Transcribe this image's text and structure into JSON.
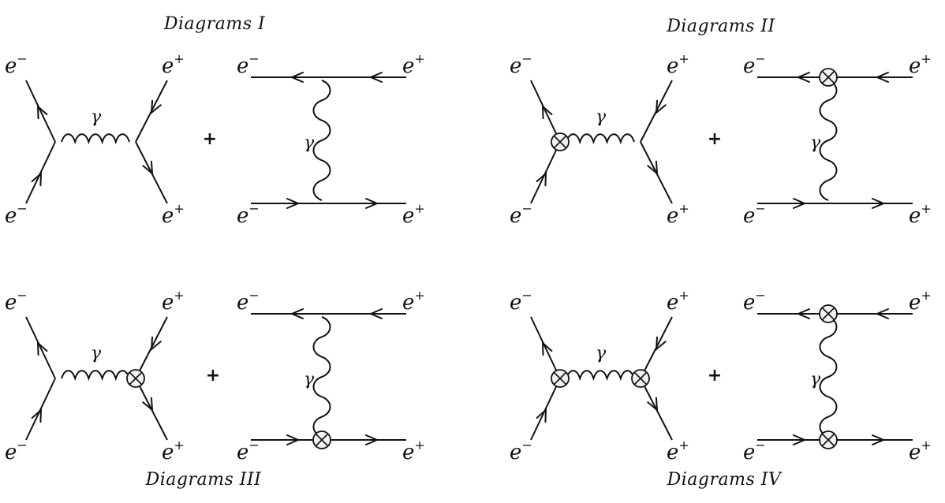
{
  "figure": {
    "groups": [
      {
        "title": "Diagrams I",
        "annihilation": {
          "insertions": []
        },
        "exchange": {
          "insertions": []
        }
      },
      {
        "title": "Diagrams II",
        "annihilation": {
          "insertions": [
            "left"
          ]
        },
        "exchange": {
          "insertions": [
            "top"
          ]
        }
      },
      {
        "title": "Diagrams III",
        "annihilation": {
          "insertions": [
            "right"
          ]
        },
        "exchange": {
          "insertions": [
            "bottom"
          ]
        }
      },
      {
        "title": "Diagrams IV",
        "annihilation": {
          "insertions": [
            "left",
            "right"
          ]
        },
        "exchange": {
          "insertions": [
            "top",
            "bottom"
          ]
        }
      }
    ],
    "labels": {
      "electron": "e",
      "electron_charge": "−",
      "positron": "e",
      "positron_charge": "+",
      "photon": "γ",
      "plus": "+"
    }
  }
}
